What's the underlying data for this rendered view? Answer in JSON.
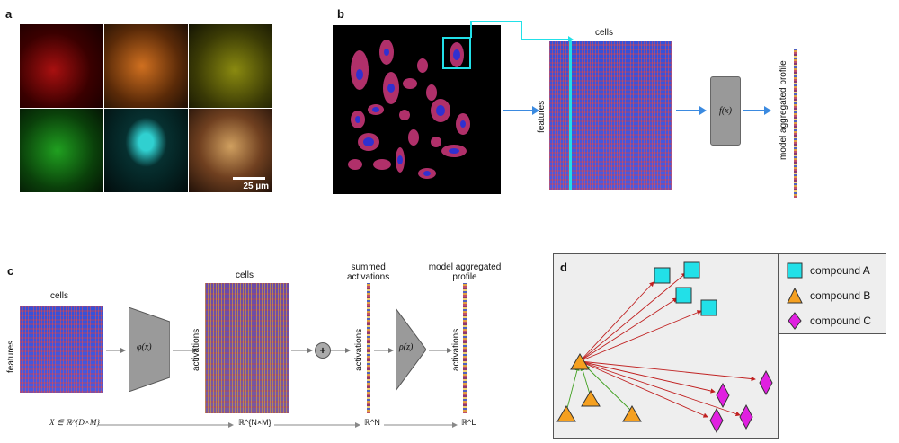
{
  "panels": {
    "a": "a",
    "b": "b",
    "c": "c",
    "d": "d"
  },
  "panel_a": {
    "scale_bar_label": "25 µm"
  },
  "panel_b": {
    "cells_label": "cells",
    "features_label": "features",
    "function_label": "f(x)",
    "output_label": "model aggregated profile"
  },
  "panel_c": {
    "cells_label_left": "cells",
    "features_label": "features",
    "phi_label": "φ(x)",
    "cells_label_mid": "cells",
    "activations_label_mid": "activations",
    "summed_label_line1": "summed",
    "summed_label_line2": "activations",
    "activations_label_summed": "activations",
    "rho_label": "ρ(z)",
    "output_label_line1": "model aggregated",
    "output_label_line2": "profile",
    "activations_label_out": "activations",
    "dim_x": "X ∈ ℝ^{D×M}",
    "dim_act": "ℝ^{N×M}",
    "dim_sum": "ℝ^N",
    "dim_out": "ℝ^L",
    "plus_symbol": "+"
  },
  "panel_d": {
    "legend": [
      {
        "label": "compound A",
        "color": "#22e0e8"
      },
      {
        "label": "compound B",
        "color": "#f5a020"
      },
      {
        "label": "compound C",
        "color": "#e020e0"
      }
    ]
  }
}
